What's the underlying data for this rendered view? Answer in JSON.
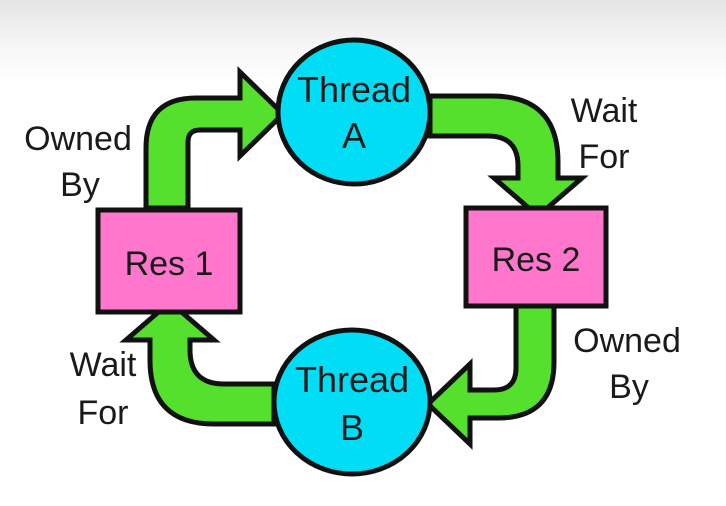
{
  "diagram": {
    "nodes": {
      "thread_a": {
        "line1": "Thread",
        "line2": "A"
      },
      "thread_b": {
        "line1": "Thread",
        "line2": "B"
      },
      "res_1": {
        "label": "Res 1"
      },
      "res_2": {
        "label": "Res 2"
      }
    },
    "edges": {
      "res1_to_thread_a": {
        "line1": "Owned",
        "line2": "By"
      },
      "thread_a_to_res2": {
        "line1": "Wait",
        "line2": "For"
      },
      "res2_to_thread_b": {
        "line1": "Owned",
        "line2": "By"
      },
      "thread_b_to_res1": {
        "line1": "Wait",
        "line2": "For"
      }
    },
    "colors": {
      "thread_fill": "#00ddf5",
      "resource_fill": "#ff77cc",
      "arrow_fill": "#55e02e",
      "outline": "#111111"
    }
  }
}
